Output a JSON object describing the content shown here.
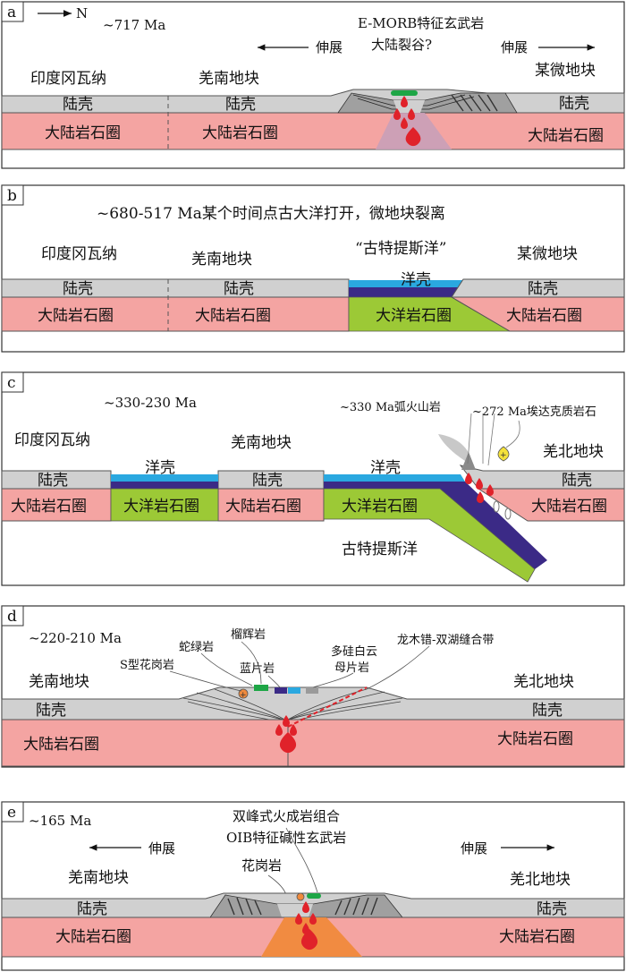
{
  "panels": [
    {
      "id": "a",
      "letter": "a",
      "north": "N",
      "age": "~717 Ma",
      "extension_left": "伸展",
      "extension_right": "伸展",
      "note1": "E-MORB特征玄武岩",
      "note2": "大陆裂谷?",
      "block_india": "印度冈瓦纳",
      "block_qiangnan": "羌南地块",
      "block_micro": "某微地块",
      "crust": "陆壳",
      "lith": "大陆岩石圈"
    },
    {
      "id": "b",
      "letter": "b",
      "heading": "~680-517 Ma某个时间点古大洋打开，微地块裂离",
      "block_india": "印度冈瓦纳",
      "block_qiangnan": "羌南地块",
      "ocean_name": "“古特提斯洋”",
      "block_micro": "某微地块",
      "crust": "陆壳",
      "oc_crust": "洋壳",
      "lith": "大陆岩石圈",
      "oc_lith": "大洋岩石圈"
    },
    {
      "id": "c",
      "letter": "c",
      "age": "~330-230 Ma",
      "arc_volcanic": "~330 Ma弧火山岩",
      "adakite": "~272 Ma埃达克质岩石",
      "block_india": "印度冈瓦纳",
      "block_qiangnan": "羌南地块",
      "block_qiangbei": "羌北地块",
      "crust": "陆壳",
      "oc_crust": "洋壳",
      "lith": "大陆岩石圈",
      "oc_lith": "大洋岩石圈",
      "paleo": "古特提斯洋"
    },
    {
      "id": "d",
      "letter": "d",
      "age": "~220-210 Ma",
      "eclogite": "榴辉岩",
      "serpentinite": "蛇绿岩",
      "s_granite": "S型花岗岩",
      "blueschist": "蓝片岩",
      "phengite1": "多硅白云",
      "phengite2": "母片岩",
      "suture": "龙木错-双湖缝合带",
      "block_qiangnan": "羌南地块",
      "block_qiangbei": "羌北地块",
      "crust": "陆壳",
      "lith": "大陆岩石圈"
    },
    {
      "id": "e",
      "letter": "e",
      "age": "~165 Ma",
      "bimodal": "双峰式火成岩组合",
      "oib": "OIB特征碱性玄武岩",
      "extension_left": "伸展",
      "extension_right": "伸展",
      "granite": "花岗岩",
      "block_qiangnan": "羌南地块",
      "block_qiangbei": "羌北地块",
      "crust": "陆壳",
      "lith": "大陆岩石圈"
    }
  ],
  "colors": {
    "crust": "#d0d0d0",
    "lith": "#f4a4a2",
    "oc_crust": "#2aa8e0",
    "oc_dark": "#3b2a86",
    "oc_lith": "#9cc936",
    "red": "#e0222a",
    "orange": "#f08a3c",
    "plume": "#c9a0b8"
  }
}
